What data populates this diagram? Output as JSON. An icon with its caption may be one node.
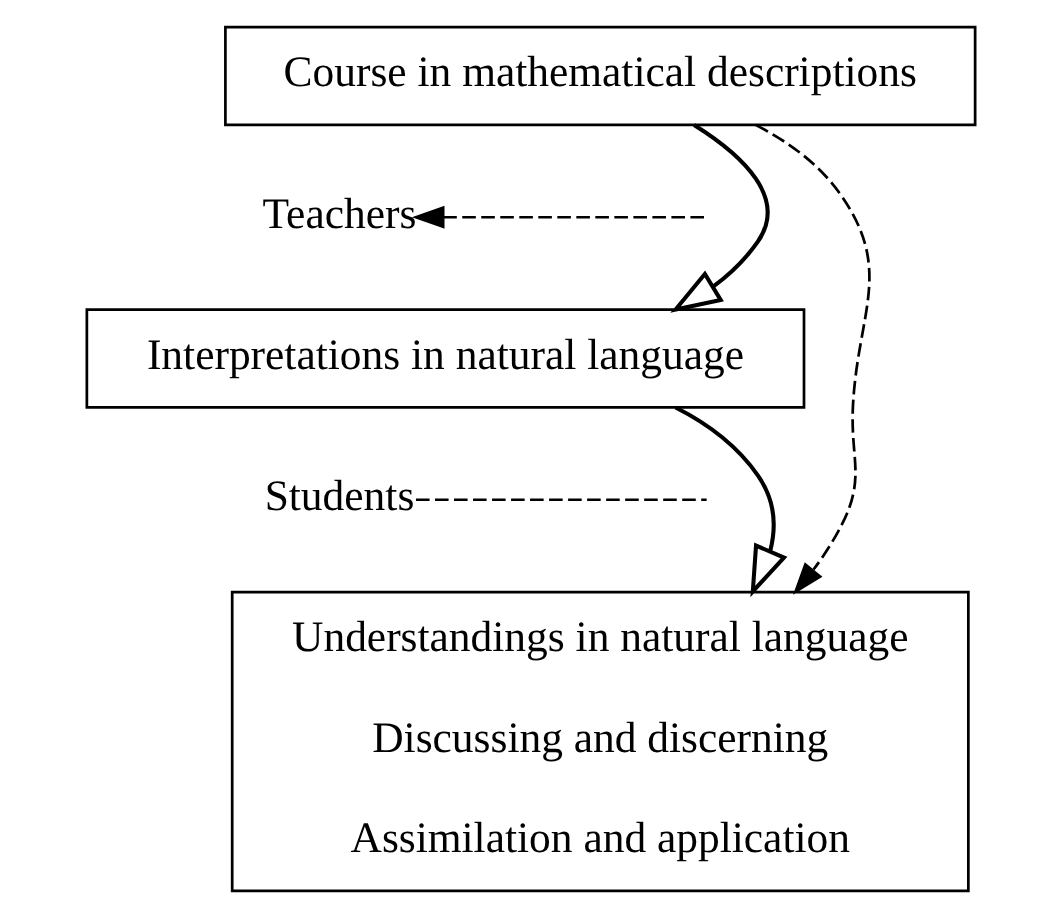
{
  "diagram": {
    "nodes": [
      {
        "text": [
          "Course in mathematical descriptions"
        ]
      },
      {
        "text": [
          "Teachers"
        ]
      },
      {
        "text": [
          "Interpretations in natural language"
        ]
      },
      {
        "text": [
          "Students"
        ]
      },
      {
        "text": [
          "Understandings in natural language",
          "Discussing and discerning",
          "Assimilation and application"
        ]
      }
    ],
    "edges": [
      {
        "from": 0,
        "to": 2,
        "arrow": "to"
      },
      {
        "from": 2,
        "to": 4,
        "arrow": "to"
      },
      {
        "from": 0,
        "to": 4,
        "arrow": "to",
        "style": "dashed"
      },
      {
        "from": null,
        "to": 1,
        "arrow": "to",
        "style": "dashed"
      },
      {
        "from": 3,
        "to": null,
        "arrow": "none",
        "style": "dashed"
      }
    ]
  }
}
